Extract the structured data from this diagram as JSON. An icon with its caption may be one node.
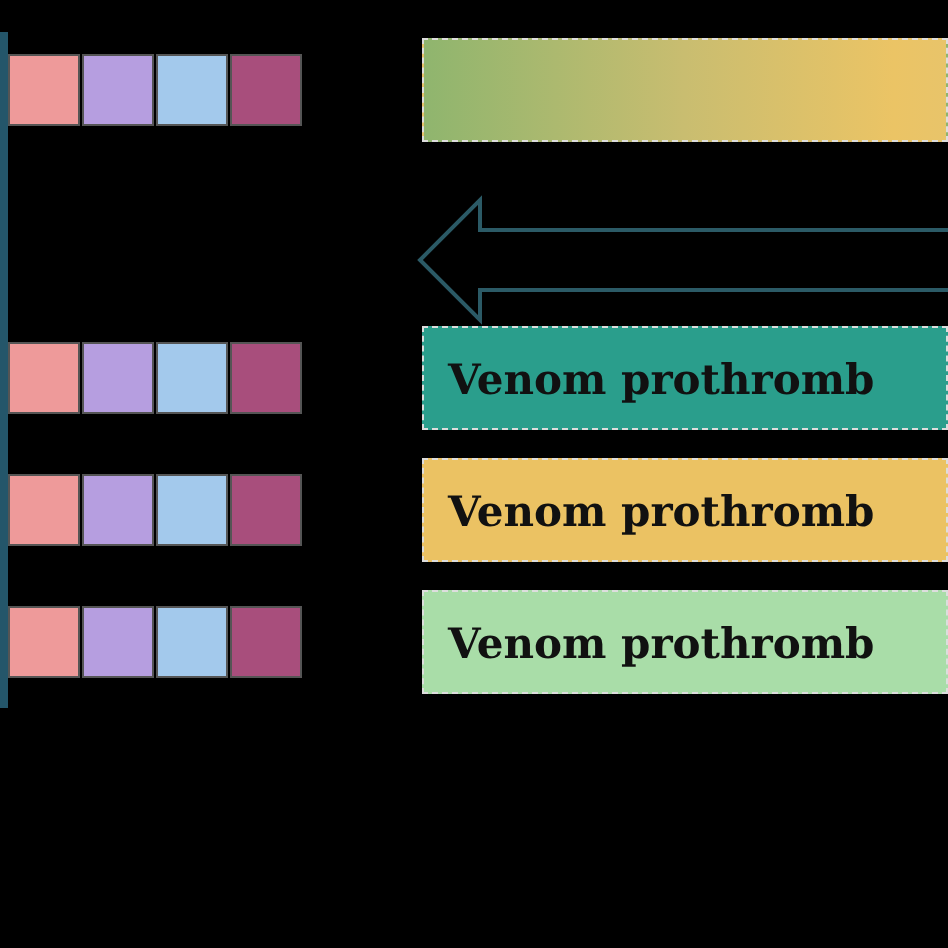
{
  "diagram": {
    "nodes": [
      {
        "text": [],
        "shape": "bar"
      },
      {
        "text": [
          "Venom prothromb"
        ]
      },
      {
        "text": [
          "Venom prothromb"
        ]
      },
      {
        "text": [
          "Venom prothromb"
        ]
      }
    ]
  }
}
